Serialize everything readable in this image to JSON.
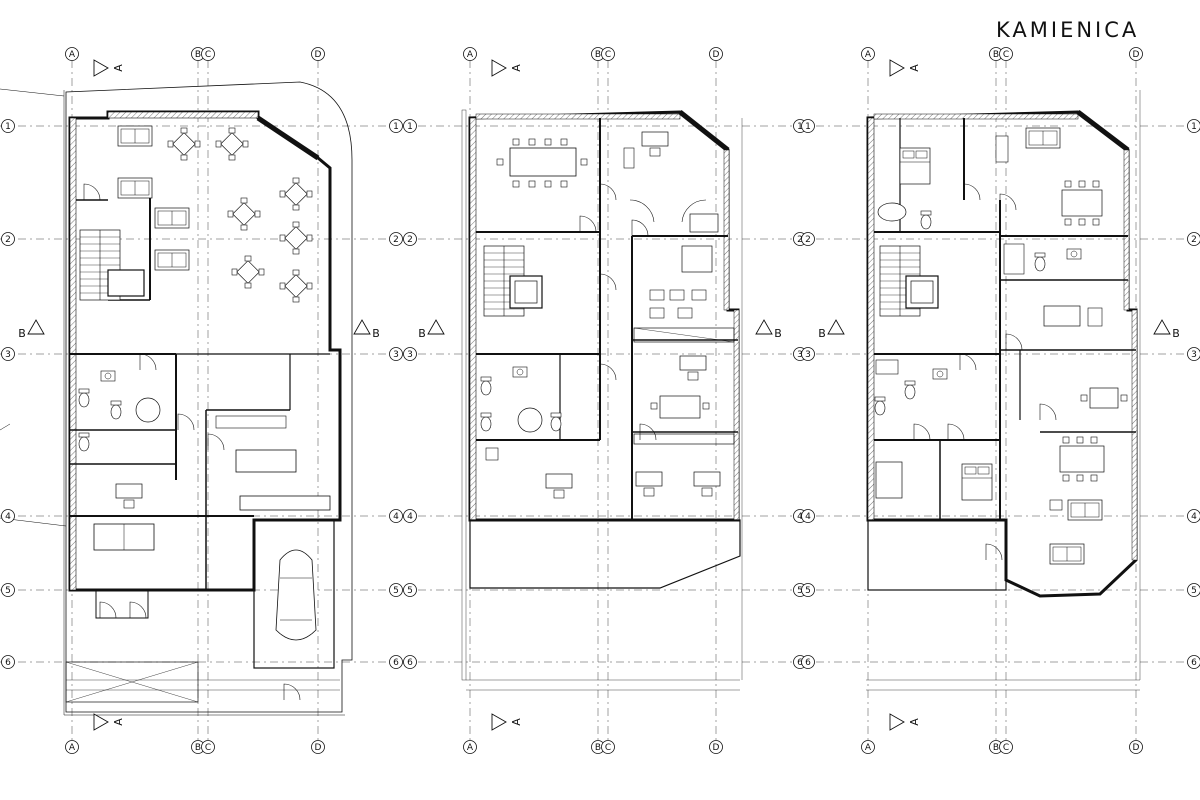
{
  "title": "KAMIENICA",
  "grid": {
    "columns": [
      "A",
      "B",
      "C",
      "D"
    ],
    "rows": [
      "1",
      "2",
      "3",
      "4",
      "5",
      "6"
    ]
  },
  "sections": {
    "longitudinal": "A",
    "transverse": "B"
  },
  "plans": [
    {
      "id": "ground-floor"
    },
    {
      "id": "office-floor"
    },
    {
      "id": "residential-floor"
    }
  ],
  "colors": {
    "line": "#111111",
    "wall_fill": "#cfcfcf",
    "grid": "#444444",
    "background": "#ffffff"
  }
}
